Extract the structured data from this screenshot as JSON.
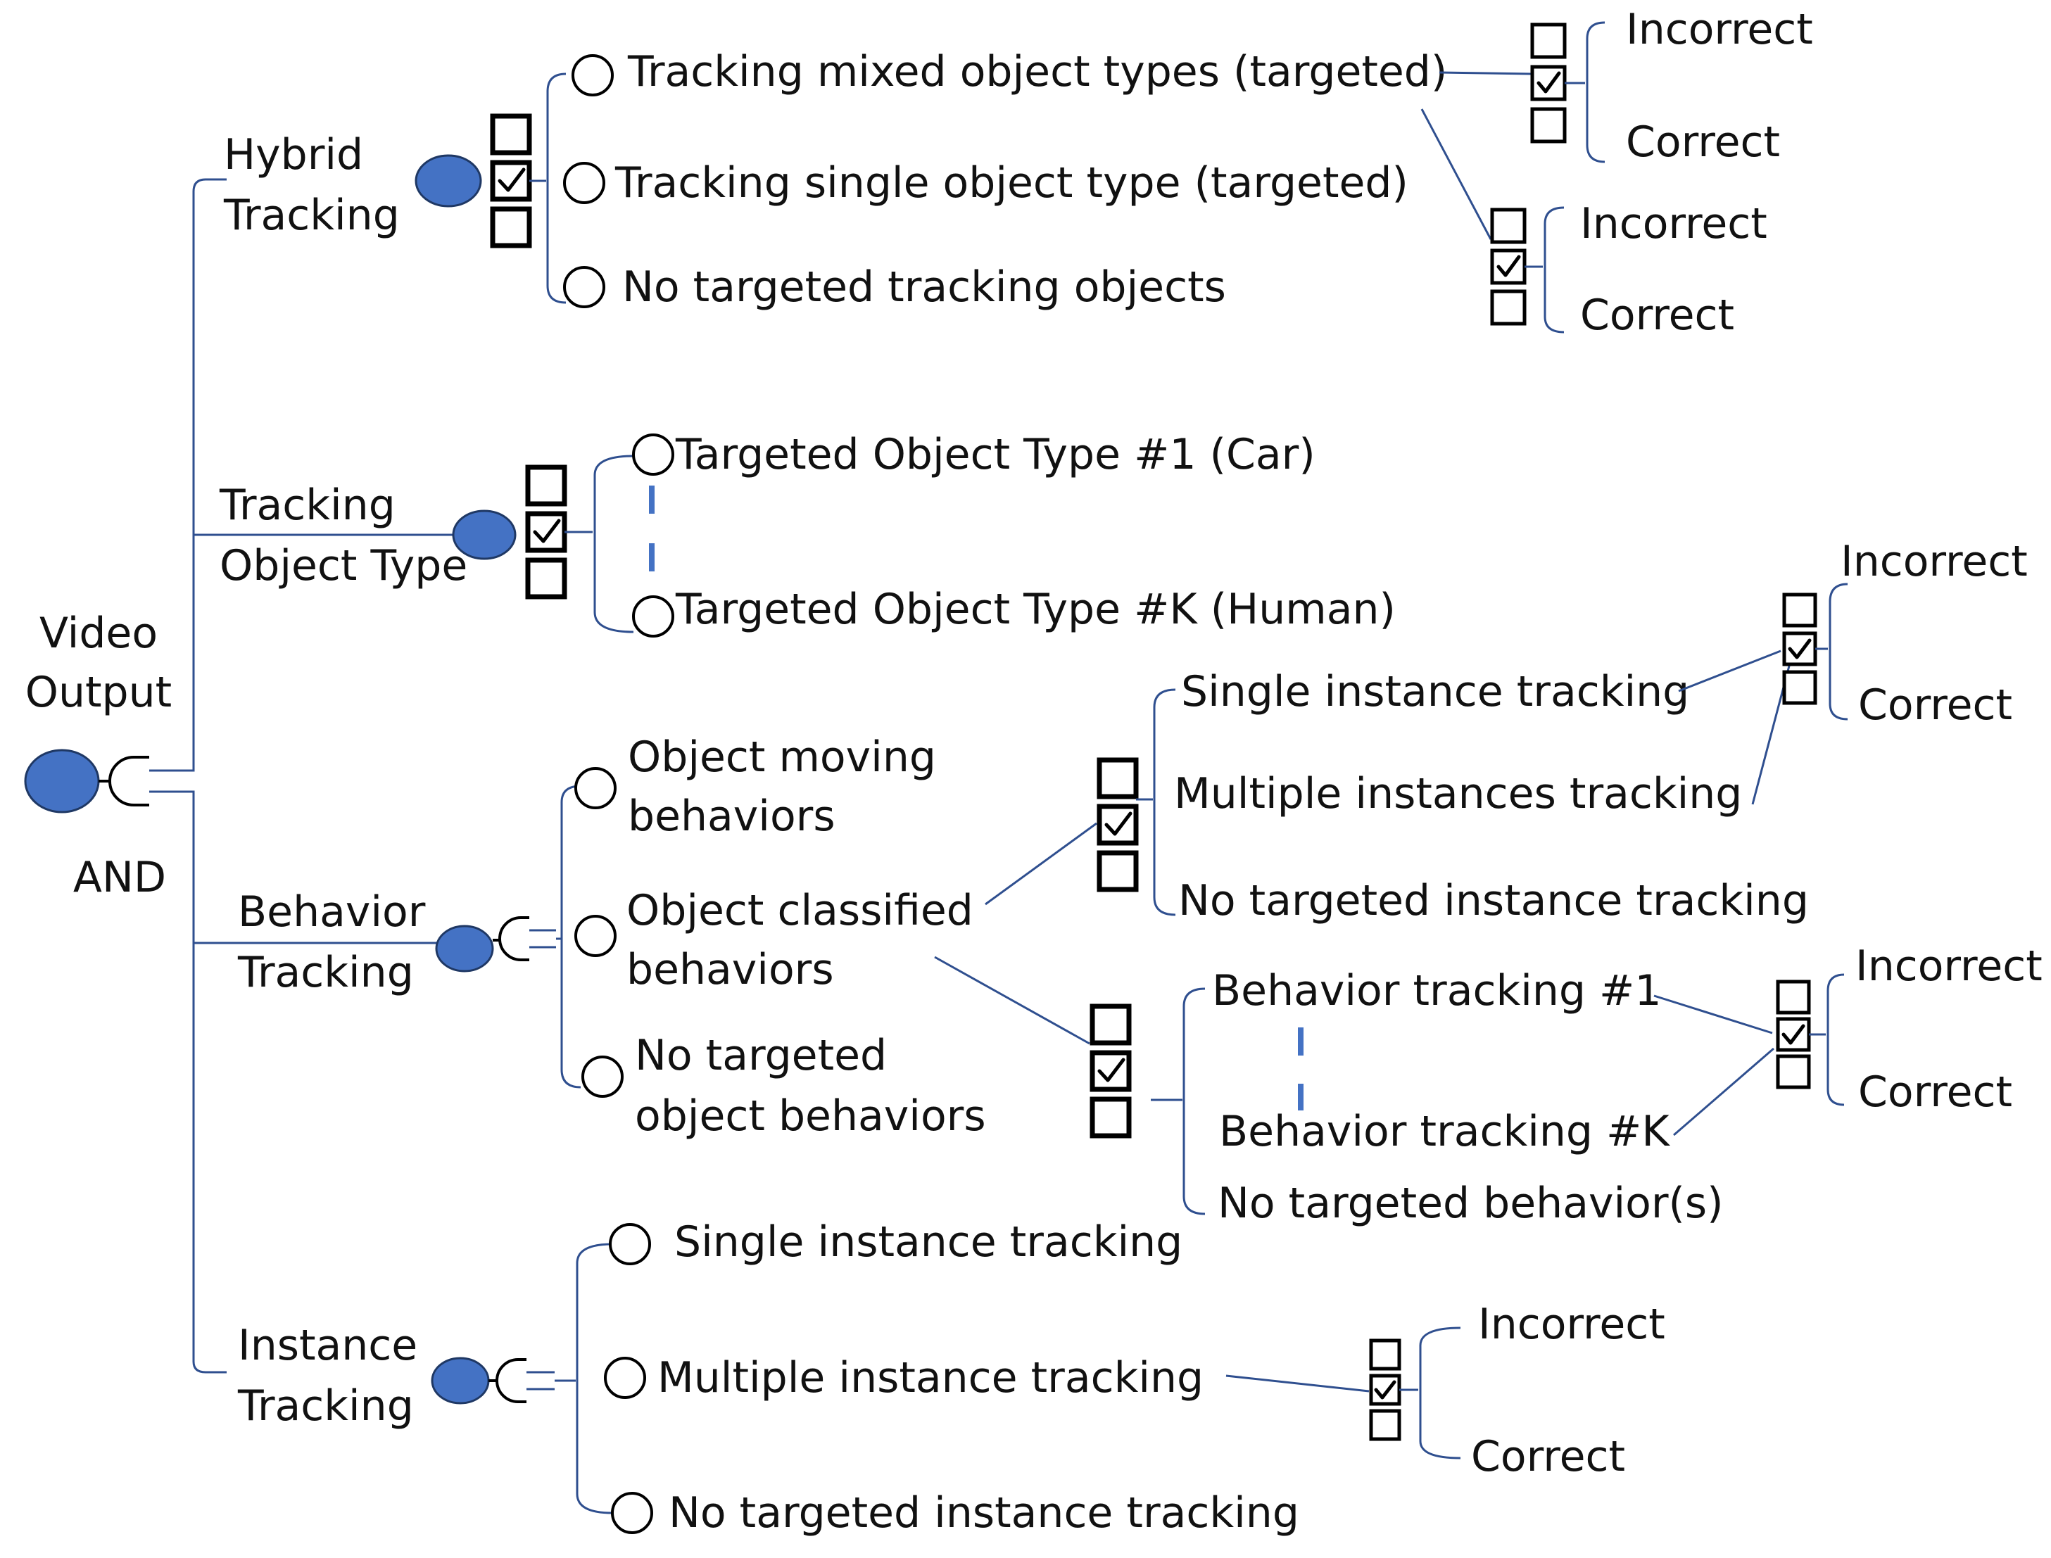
{
  "root": {
    "title_line1": "Video",
    "title_line2": "Output",
    "operator": "AND"
  },
  "hybrid": {
    "label_line1": "Hybrid",
    "label_line2": "Tracking",
    "options": [
      "Tracking mixed object types (targeted)",
      "Tracking single object type (targeted)",
      "No targeted tracking objects"
    ],
    "eval_a": {
      "incorrect": "Incorrect",
      "correct": "Correct"
    },
    "eval_b": {
      "incorrect": "Incorrect",
      "correct": "Correct"
    }
  },
  "object_type": {
    "label_line1": "Tracking",
    "label_line2": "Object Type",
    "options": [
      "Targeted Object Type #1 (Car)",
      "Targeted Object Type #K (Human)"
    ]
  },
  "behavior": {
    "label_line1": "Behavior",
    "label_line2": "Tracking",
    "moving_line1": "Object moving",
    "moving_line2": "behaviors",
    "classified_line1": "Object classified",
    "classified_line2": "behaviors",
    "none_line1": "No targeted",
    "none_line2": "object behaviors",
    "instance_options": [
      "Single instance tracking",
      "Multiple instances tracking",
      "No targeted instance tracking"
    ],
    "instance_eval": {
      "incorrect": "Incorrect",
      "correct": "Correct"
    },
    "behavior_options": [
      "Behavior tracking #1",
      "Behavior tracking #K",
      "No targeted behavior(s)"
    ],
    "behavior_eval": {
      "incorrect": "Incorrect",
      "correct": "Correct"
    }
  },
  "instance": {
    "label_line1": "Instance",
    "label_line2": "Tracking",
    "options": [
      "Single instance tracking",
      "Multiple instance tracking",
      "No targeted instance tracking"
    ],
    "eval": {
      "incorrect": "Incorrect",
      "correct": "Correct"
    }
  }
}
